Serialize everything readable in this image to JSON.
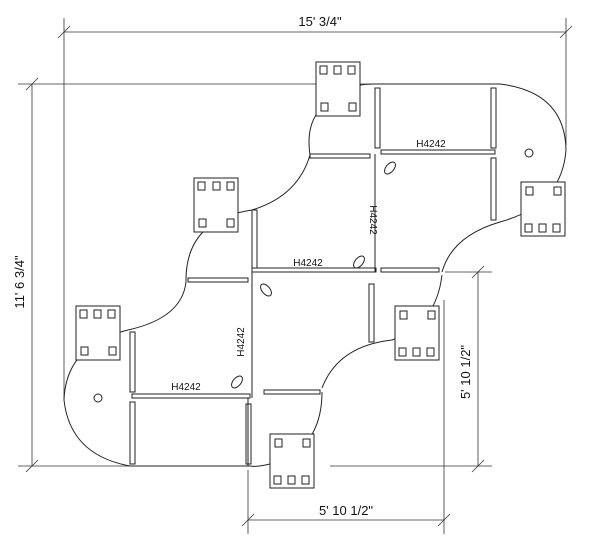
{
  "dimensions": {
    "overall_width": "15' 3/4\"",
    "overall_depth": "11' 6 3/4\"",
    "module_depth": "5' 10 1/2\"",
    "module_width": "5' 10 1/2\""
  },
  "panel_labels": {
    "top": "H4242",
    "top_vertical": "H4242",
    "middle": "H4242",
    "middle_vertical": "H4242",
    "bottom": "H4242"
  }
}
